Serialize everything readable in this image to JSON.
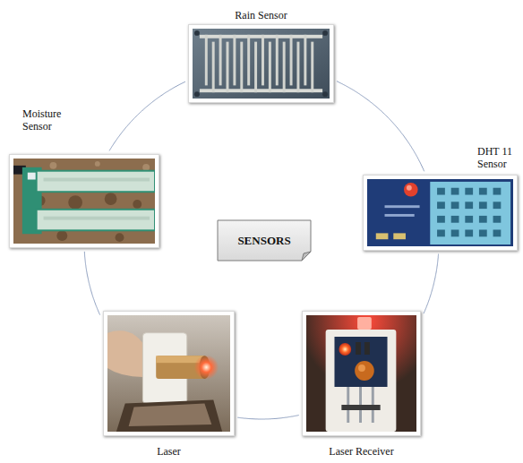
{
  "diagram": {
    "nodes": [
      {
        "text": [
          "Rain Sensor"
        ]
      },
      {
        "text": [
          "Moisture Sensor"
        ]
      },
      {
        "text": [
          "DHT 11 Sensor"
        ]
      },
      {
        "text": [
          "SENSORS"
        ]
      },
      {
        "text": [
          "Laser"
        ]
      },
      {
        "text": [
          "Laser Receiver"
        ]
      }
    ],
    "edges": [
      {
        "from": 0,
        "to": 2,
        "arrow": "none"
      },
      {
        "from": 2,
        "to": 5,
        "arrow": "none"
      },
      {
        "from": 5,
        "to": 4,
        "arrow": "none"
      },
      {
        "from": 4,
        "to": 1,
        "arrow": "none"
      },
      {
        "from": 1,
        "to": 0,
        "arrow": "none"
      }
    ]
  }
}
